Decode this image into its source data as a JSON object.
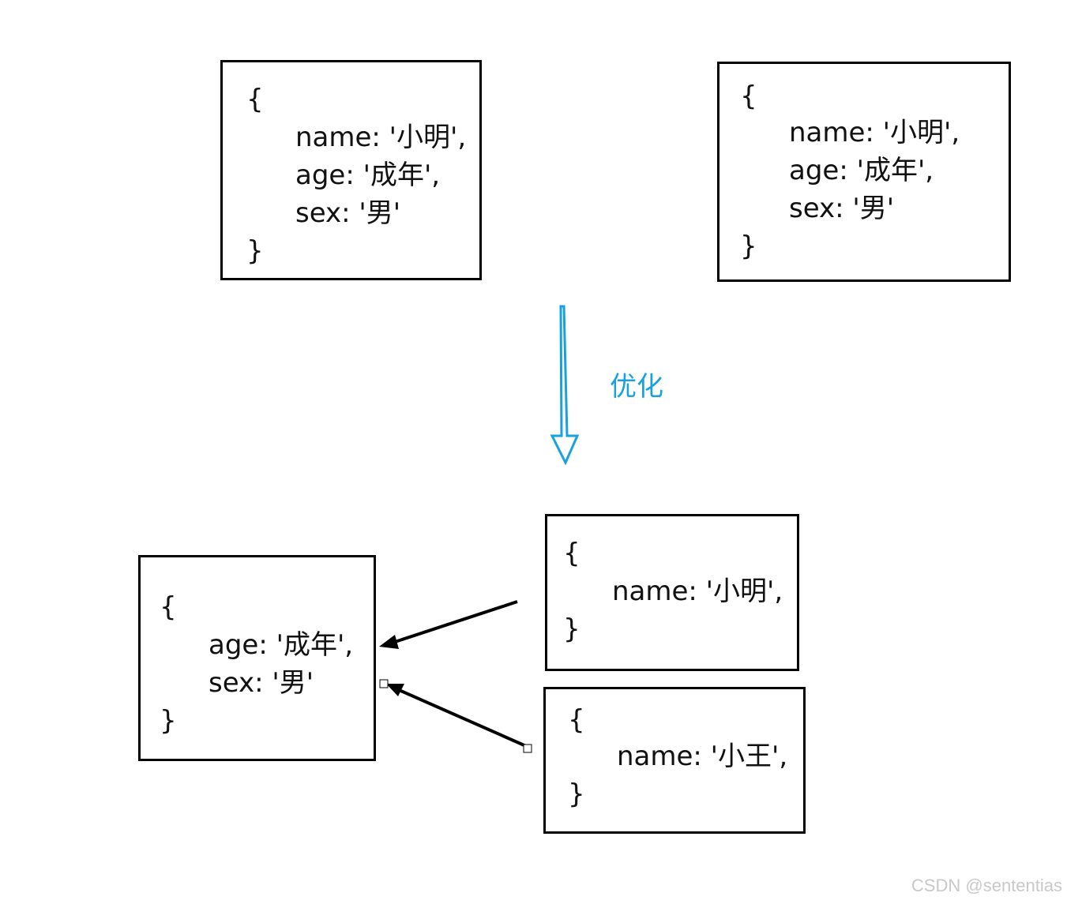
{
  "top_left": {
    "open": "{",
    "lines": [
      "name: '小明',",
      "age: '成年',",
      "sex: '男'"
    ],
    "close": "}"
  },
  "top_right": {
    "open": "{",
    "lines": [
      "name: '小明',",
      "age: '成年',",
      "sex: '男'"
    ],
    "close": "}"
  },
  "optimize": {
    "label": "优化",
    "color": "#19a0e0"
  },
  "shared": {
    "open": "{",
    "lines": [
      "age: '成年',",
      "sex: '男'"
    ],
    "close": "}"
  },
  "ming": {
    "open": "{",
    "line": "name: '小明',",
    "close": "}"
  },
  "wang": {
    "open": "{",
    "line": "name: '小王',",
    "close": "}"
  },
  "watermark": "CSDN @sententias"
}
